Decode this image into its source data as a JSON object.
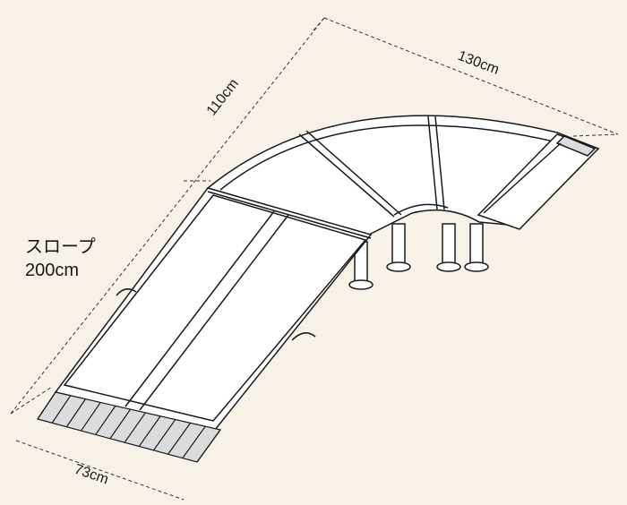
{
  "labels": {
    "slope_name": "スロープ",
    "slope_length": "200cm",
    "dim_width": "73cm",
    "dim_height": "110cm",
    "dim_length": "130cm"
  },
  "colors": {
    "background": "#f7f1e8",
    "line": "#1a1a1a",
    "dash": "#333333",
    "fill": "#ffffff",
    "shade": "#dcdcdc"
  }
}
